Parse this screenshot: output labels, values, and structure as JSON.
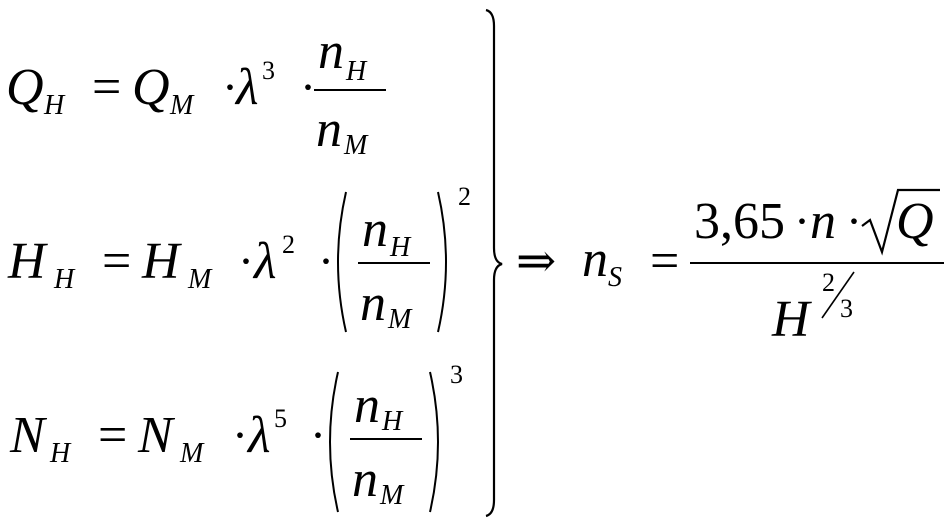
{
  "equations": [
    {
      "lhs_var": "Q",
      "lhs_sub": "H",
      "eq": "=",
      "rhs_var": "Q",
      "rhs_sub": "M",
      "dot": "·",
      "lambda": "λ",
      "lambda_exp": "3",
      "num_var": "n",
      "num_sub": "H",
      "den_var": "n",
      "den_sub": "M",
      "outer_exp": ""
    },
    {
      "lhs_var": "H",
      "lhs_sub": "H",
      "eq": "=",
      "rhs_var": "H",
      "rhs_sub": "M",
      "dot": "·",
      "lambda": "λ",
      "lambda_exp": "2",
      "num_var": "n",
      "num_sub": "H",
      "den_var": "n",
      "den_sub": "M",
      "outer_exp": "2"
    },
    {
      "lhs_var": "N",
      "lhs_sub": "H",
      "eq": "=",
      "rhs_var": "N",
      "rhs_sub": "M",
      "dot": "·",
      "lambda": "λ",
      "lambda_exp": "5",
      "num_var": "n",
      "num_sub": "H",
      "den_var": "n",
      "den_sub": "M",
      "outer_exp": "3"
    }
  ],
  "result": {
    "implies": "⇒",
    "var": "n",
    "sub": "S",
    "eq": "=",
    "coef": "3,65",
    "dot": "·",
    "n": "n",
    "sqrt_arg": "Q",
    "den_var": "H",
    "exp_num": "2",
    "exp_den": "3"
  }
}
